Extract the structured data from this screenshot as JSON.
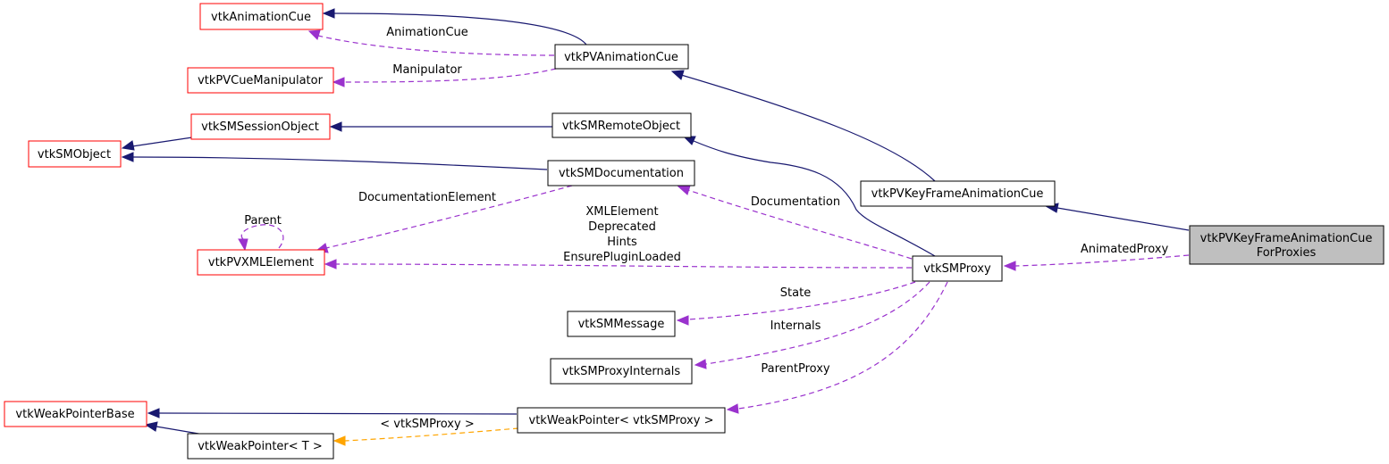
{
  "colors": {
    "inheritance_edge": "#191970",
    "usage_edge": "#9a32cd",
    "template_edge": "#ffa500",
    "external_class_border": "#ff0000",
    "documented_class_border": "#000000",
    "focus_class_fill": "#bfbfbf"
  },
  "nodes": {
    "vtkAnimationCue": "vtkAnimationCue",
    "vtkPVCueManipulator": "vtkPVCueManipulator",
    "vtkPVAnimationCue": "vtkPVAnimationCue",
    "vtkSMSessionObject": "vtkSMSessionObject",
    "vtkSMObject": "vtkSMObject",
    "vtkSMRemoteObject": "vtkSMRemoteObject",
    "vtkSMDocumentation": "vtkSMDocumentation",
    "vtkPVKeyFrameAnimationCue": "vtkPVKeyFrameAnimationCue",
    "vtkPVKeyFrameAnimationCueForProxies": [
      "vtkPVKeyFrameAnimationCue",
      "ForProxies"
    ],
    "vtkPVXMLElement": "vtkPVXMLElement",
    "vtkSMProxy": "vtkSMProxy",
    "vtkSMMessage": "vtkSMMessage",
    "vtkSMProxyInternals": "vtkSMProxyInternals",
    "vtkWeakPointerBase": "vtkWeakPointerBase",
    "vtkWeakPointer_vtkSMProxy": "vtkWeakPointer< vtkSMProxy >",
    "vtkWeakPointer_T": "vtkWeakPointer< T >"
  },
  "edge_labels": {
    "AnimationCue": "AnimationCue",
    "Manipulator": "Manipulator",
    "DocumentationElement": "DocumentationElement",
    "Parent": "Parent",
    "Documentation": "Documentation",
    "XMLElement_group": [
      "XMLElement",
      "Deprecated",
      "Hints",
      "EnsurePluginLoaded"
    ],
    "AnimatedProxy": "AnimatedProxy",
    "State": "State",
    "Internals": "Internals",
    "ParentProxy": "ParentProxy",
    "template_arg": "< vtkSMProxy >"
  }
}
